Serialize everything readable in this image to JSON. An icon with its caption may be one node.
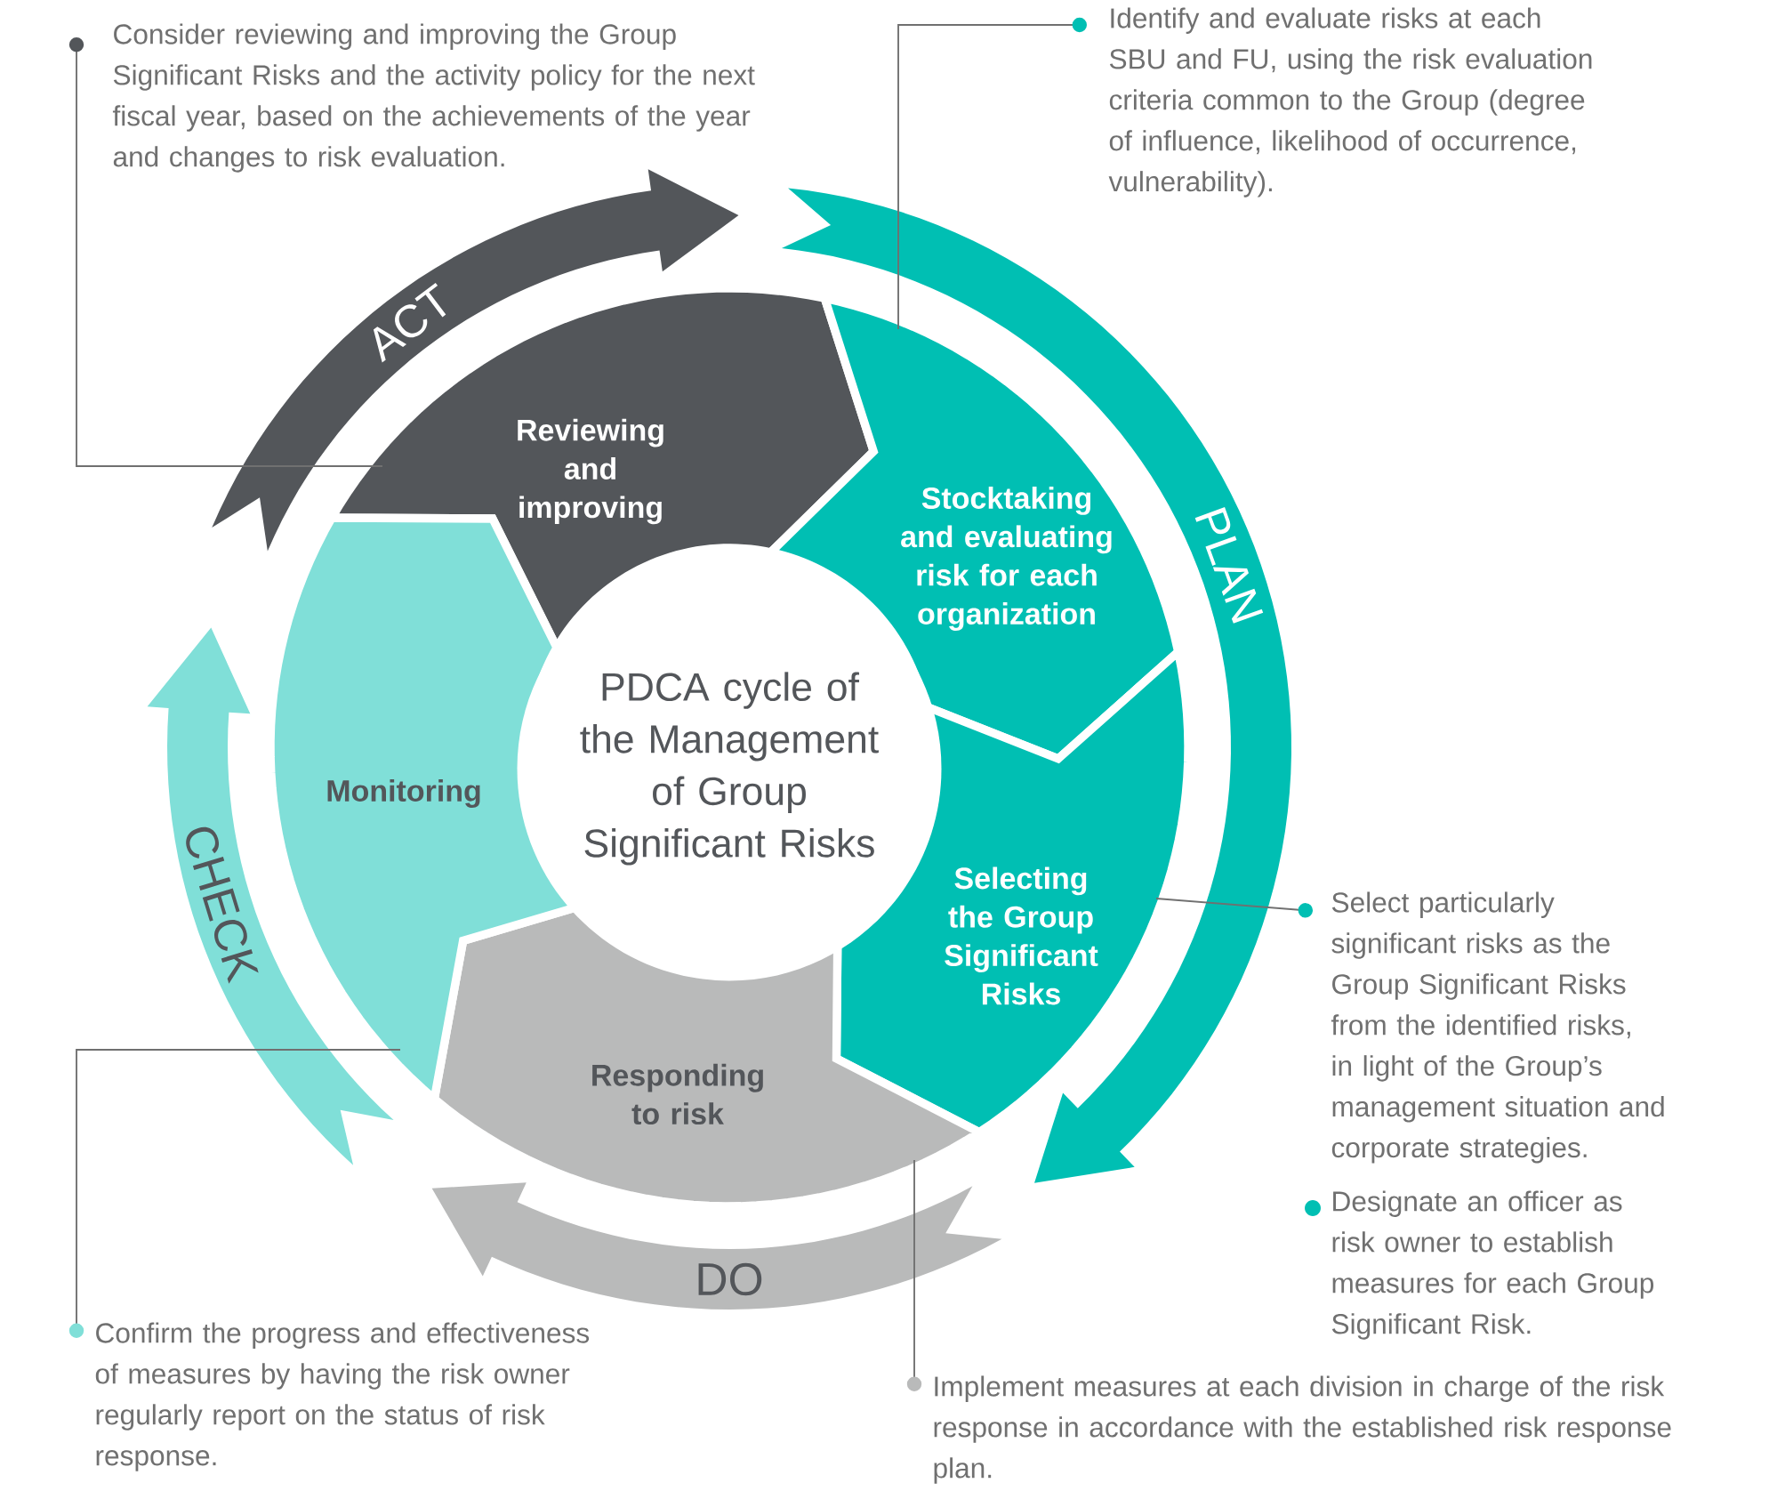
{
  "diagram": {
    "nodes": [
      {
        "text": [
          "PDCA cycle of the Management of Group Significant Risks"
        ]
      },
      {
        "text": [
          "Reviewing and improving"
        ]
      },
      {
        "text": [
          "Stocktaking and evaluating risk for each organization"
        ]
      },
      {
        "text": [
          "Selecting the Group Significant Risks"
        ]
      },
      {
        "text": [
          "Responding to risk"
        ]
      },
      {
        "text": [
          "Monitoring"
        ]
      },
      {
        "text": [
          "ACT"
        ]
      },
      {
        "text": [
          "PLAN"
        ]
      },
      {
        "text": [
          "DO"
        ]
      },
      {
        "text": [
          "CHECK"
        ]
      },
      {
        "text": [
          "Consider reviewing and improving the Group Significant Risks and the activity policy for the next fiscal year, based on the achievements of the year and changes to risk evaluation."
        ]
      },
      {
        "text": [
          "Identify and evaluate risks at each SBU and FU, using the risk evaluation criteria common to the Group (degree of influence, likelihood of occurrence, vulnerability)."
        ]
      },
      {
        "text": [
          "Select particularly significant risks as the Group Significant Risks from the identified risks, in light of the Group’s management situation and corporate strategies."
        ]
      },
      {
        "text": [
          "Implement measures at each division in charge of the risk response in accordance with the established risk response plan."
        ]
      },
      {
        "text": [
          "Confirm the progress and effectiveness of measures by having the risk owner regularly report on the status of risk response."
        ]
      }
    ],
    "edges": [
      {
        "from": 10,
        "to": 1,
        "arrow": "other"
      },
      {
        "from": 11,
        "to": 2,
        "arrow": "other"
      },
      {
        "from": 12,
        "to": 3,
        "arrow": "other"
      },
      {
        "from": 13,
        "to": 4,
        "arrow": "other"
      },
      {
        "from": 14,
        "to": 5,
        "arrow": "other"
      }
    ],
    "labels": [
      "Designate an officer as risk owner to establish measures for each Group Significant Risk."
    ]
  }
}
